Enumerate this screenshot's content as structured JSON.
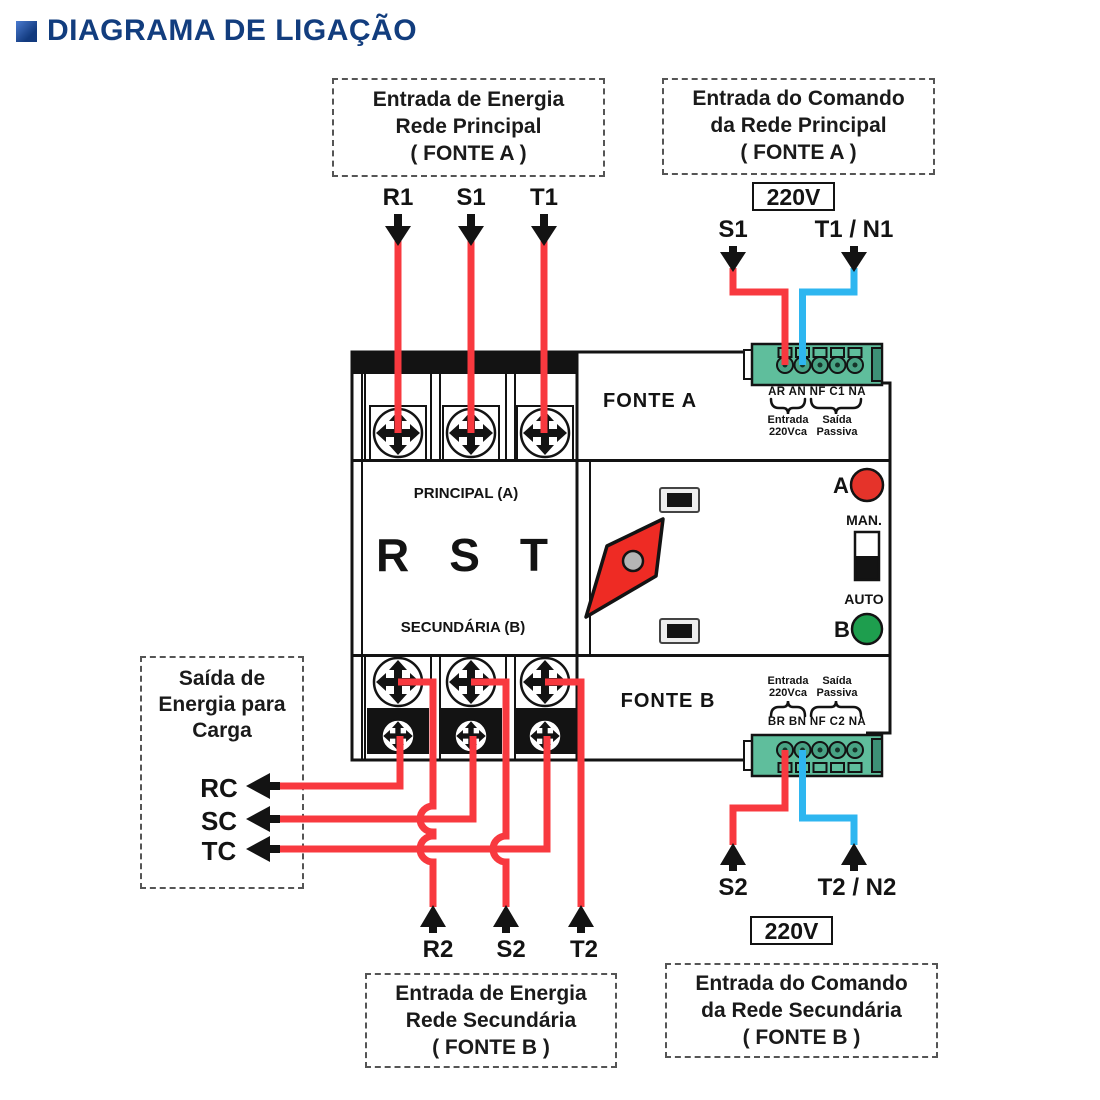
{
  "title": "DIAGRAMA DE LIGAÇÃO",
  "colors": {
    "title_blue": "#123d7e",
    "wire_red": "#F8393F",
    "wire_blue": "#2EB6F0",
    "terminal_green": "#5FBE9C",
    "terminal_screw": "#48A384",
    "handle_red": "#EE2B24",
    "led_red": "#E5332A",
    "led_green": "#1E9E4E"
  },
  "boxes": {
    "main_in_a": {
      "line1": "Entrada de Energia",
      "line2": "Rede Principal",
      "line3": "( FONTE A )"
    },
    "cmd_in_a": {
      "line1": "Entrada do Comando",
      "line2": "da Rede Principal",
      "line3": "( FONTE A )"
    },
    "load_out": {
      "line1": "Saída de",
      "line2": "Energia para",
      "line3": "Carga"
    },
    "main_in_b": {
      "line1": "Entrada de Energia",
      "line2": "Rede Secundária",
      "line3": "( FONTE B )"
    },
    "cmd_in_b": {
      "line1": "Entrada do Comando",
      "line2": "da Rede Secundária",
      "line3": "( FONTE B )"
    }
  },
  "voltage": {
    "top": "220V",
    "bottom": "220V"
  },
  "terminals": {
    "r1": "R1",
    "s1": "S1",
    "t1": "T1",
    "cmd_s1": "S1",
    "cmd_t1n1": "T1 / N1",
    "rc": "RC",
    "sc": "SC",
    "tc": "TC",
    "r2": "R2",
    "s2": "S2",
    "t2": "T2",
    "cmd_s2": "S2",
    "cmd_t2n2": "T2 / N2"
  },
  "device": {
    "fonte_a": "FONTE A",
    "fonte_b": "FONTE B",
    "principal": "PRINCIPAL (A)",
    "secundaria": "SECUNDÁRIA (B)",
    "r": "R",
    "s": "S",
    "t": "T",
    "led_a": "A",
    "led_b": "B",
    "man": "MAN.",
    "auto": "AUTO",
    "strip_a": "AR AN NF C1 NA",
    "strip_b": "BR BN NF C2 NA",
    "entrada": "Entrada",
    "vca": "220Vca",
    "saida": "Saída",
    "passiva": "Passiva"
  }
}
